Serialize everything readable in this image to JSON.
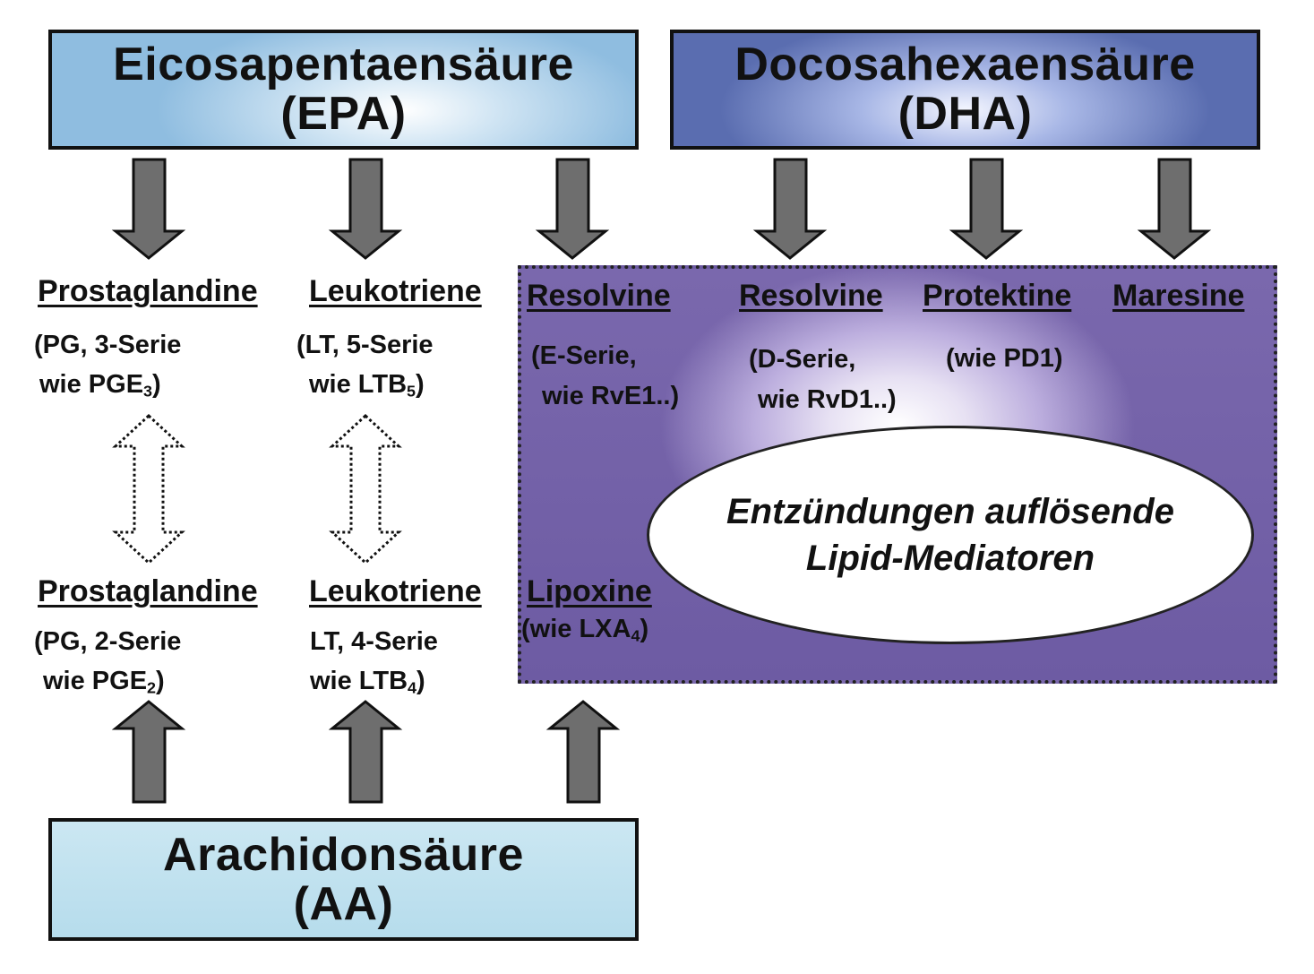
{
  "sources": {
    "epa": {
      "line1": "Eicosapentaensäure",
      "line2": "(EPA)"
    },
    "dha": {
      "line1": "Docosahexaensäure",
      "line2": "(DHA)"
    },
    "aa": {
      "line1": "Arachidonsäure",
      "line2": "(AA)"
    }
  },
  "epa_products": {
    "prostaglandine": {
      "title": "Prostaglandine",
      "line1": "(PG, 3-Serie",
      "line2_main": "wie PGE",
      "line2_sub": "3",
      "line2_end": ")"
    },
    "leukotriene": {
      "title": "Leukotriene",
      "line1": "(LT, 5-Serie",
      "line2_main": "wie LTB",
      "line2_sub": "5",
      "line2_end": ")"
    }
  },
  "aa_products": {
    "prostaglandine": {
      "title": "Prostaglandine",
      "line1": "(PG, 2-Serie",
      "line2_main": "wie PGE",
      "line2_sub": "2",
      "line2_end": ")"
    },
    "leukotriene": {
      "title": "Leukotriene",
      "line1": "LT, 4-Serie",
      "line2_main": "wie LTB",
      "line2_sub": "4",
      "line2_end": ")"
    }
  },
  "mediators": {
    "resolvine_e": {
      "title": "Resolvine",
      "line1": "(E-Serie,",
      "line2": "wie RvE1..)"
    },
    "resolvine_d": {
      "title": "Resolvine",
      "line1": "(D-Serie,",
      "line2": "wie RvD1..)"
    },
    "protektine": {
      "title": "Protektine",
      "line1": "(wie PD1)"
    },
    "maresine": {
      "title": "Maresine"
    },
    "lipoxine": {
      "title": "Lipoxine",
      "line1_main": "(wie LXA",
      "line1_sub": "4",
      "line1_end": ")"
    }
  },
  "ellipse": {
    "line1": "Entzündungen auflösende",
    "line2": "Lipid-Mediatoren"
  },
  "colors": {
    "arrow_fill": "#6e6e6e",
    "arrow_stroke": "#111111",
    "region_purple": "#6d5ba3",
    "epa_blue": "#8fbde0",
    "dha_blue": "#5a6db0",
    "aa_blue": "#b6dcec"
  }
}
